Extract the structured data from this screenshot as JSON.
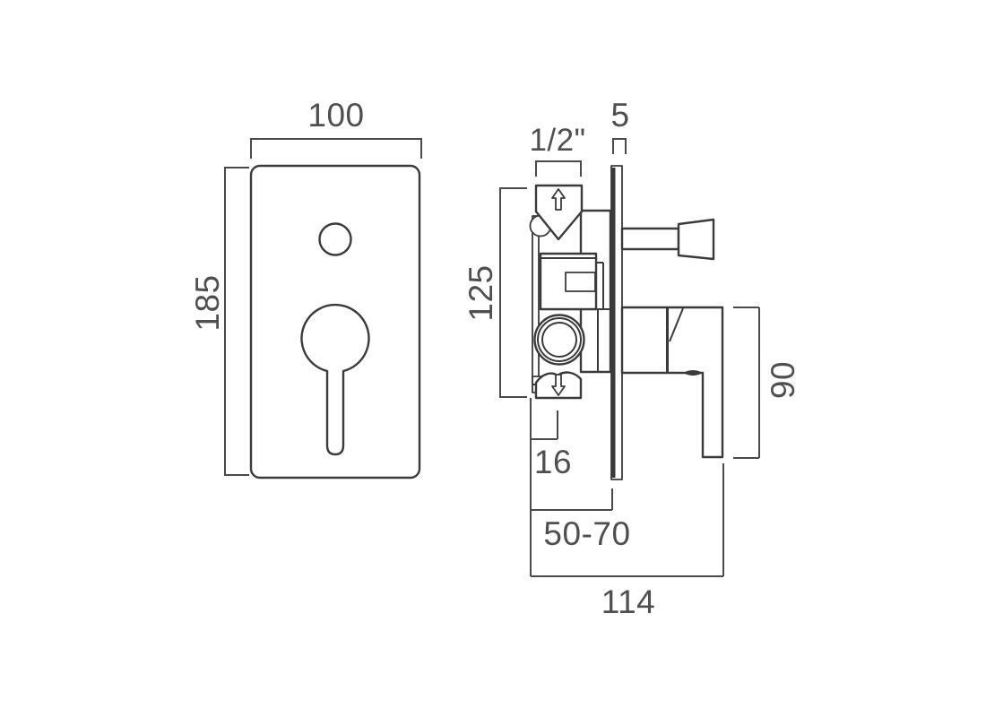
{
  "meta": {
    "drawing_type": "technical dimension drawing",
    "subject": "concealed shower mixer valve with diverter",
    "background_color": "#ffffff",
    "line_color": "#3a3a3a",
    "text_color": "#4f4f4f"
  },
  "front_view": {
    "labels": {
      "plate_width": "100",
      "plate_height": "185"
    }
  },
  "side_view": {
    "labels": {
      "inlet_connection": "1/2\"",
      "plate_thickness": "5",
      "valve_body_height": "125",
      "outlet_offset": "16",
      "recess_depth_range": "50-70",
      "overall_depth": "114",
      "handle_height": "90"
    },
    "icons": {
      "inlet_flow": "arrow-up-icon",
      "outlet_flow": "arrow-down-icon"
    }
  }
}
